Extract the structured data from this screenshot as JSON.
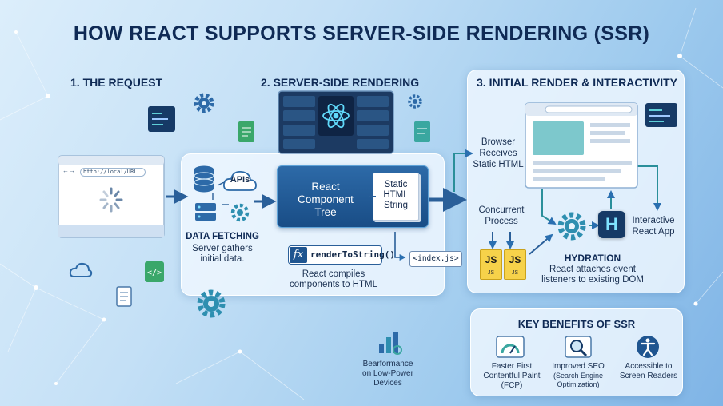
{
  "title": "HOW REACT SUPPORTS SERVER-SIDE RENDERING (SSR)",
  "steps": {
    "request": "1. THE REQUEST",
    "server": "2. SERVER-SIDE RENDERING",
    "interactivity": "3. INITIAL RENDER & INTERACTIVITY"
  },
  "request": {
    "url": "http://local/URL"
  },
  "server": {
    "apis": "APIs",
    "data_fetching_title": "DATA FETCHING",
    "data_fetching_desc_1": "Server gathers",
    "data_fetching_desc_2": "initial data.",
    "react_tree_1": "React",
    "react_tree_2": "Component",
    "react_tree_3": "Tree",
    "static_1": "Static",
    "static_2": "HTML",
    "static_3": "String",
    "render_fn": "renderToString()",
    "index_file": "<index.js>",
    "compile_1": "React compiles",
    "compile_2": "components to HTML"
  },
  "interactivity": {
    "browser_1": "Browser",
    "browser_2": "Receives",
    "browser_3": "Static HTML",
    "concurrent_1": "Concurrent",
    "concurrent_2": "Process",
    "js_label": "JS",
    "js_sub": "JS",
    "hydration_title": "HYDRATION",
    "hydration_1": "React attaches event",
    "hydration_2": "listeners to existing DOM",
    "app_1": "Interactive",
    "app_2": "React App",
    "app_letter": "H"
  },
  "performance": {
    "line_1": "Bearformance",
    "line_2": "on Low-Power",
    "line_3": "Devices"
  },
  "benefits": {
    "title": "KEY BENEFITS OF SSR",
    "items": [
      {
        "line_1": "Faster First",
        "line_2": "Contentful Paint",
        "line_3": "(FCP)",
        "icon": "speedometer-icon"
      },
      {
        "line_1": "Improved SEO",
        "line_2": "(Search Engine",
        "line_3": "Optimization)",
        "icon": "magnifier-icon"
      },
      {
        "line_1": "Accessible to",
        "line_2": "Screen Readers",
        "line_3": "",
        "icon": "accessibility-icon"
      }
    ]
  },
  "colors": {
    "navy": "#0f2a55",
    "arrow": "#2a5f99",
    "panel": "#f0f8ff",
    "js_yellow": "#f6d24a",
    "teal": "#3aa7a0"
  }
}
